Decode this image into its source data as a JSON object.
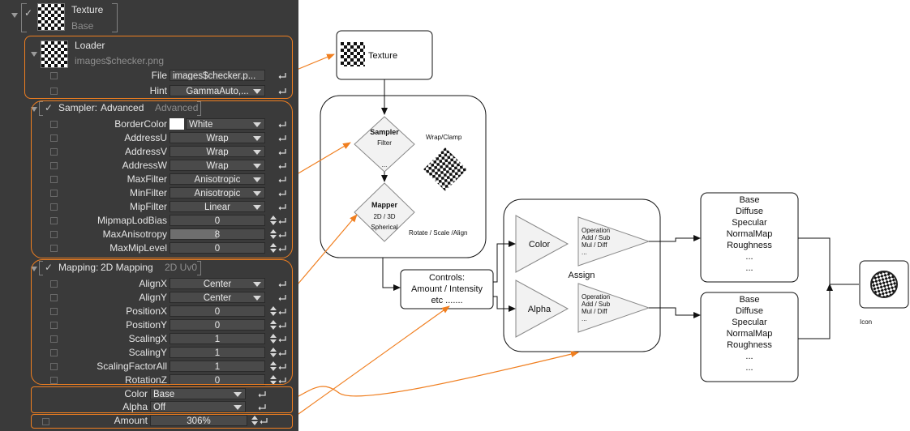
{
  "panel": {
    "texture": {
      "title": "Texture",
      "subtitle": "Base"
    },
    "loader": {
      "title": "Loader",
      "path": "images$checker.png",
      "rows": [
        {
          "label": "File",
          "value": "images$checker.p...",
          "kind": "file"
        },
        {
          "label": "Hint",
          "value": "GammaAuto,...",
          "kind": "dropdown"
        }
      ]
    },
    "sampler": {
      "header": "Sampler:",
      "mode": "Advanced",
      "mode_dim": "Advanced",
      "rows": [
        {
          "label": "BorderColor",
          "value": "White",
          "kind": "color"
        },
        {
          "label": "AddressU",
          "value": "Wrap",
          "kind": "dropdown"
        },
        {
          "label": "AddressV",
          "value": "Wrap",
          "kind": "dropdown"
        },
        {
          "label": "AddressW",
          "value": "Wrap",
          "kind": "dropdown"
        },
        {
          "label": "MaxFilter",
          "value": "Anisotropic",
          "kind": "dropdown"
        },
        {
          "label": "MinFilter",
          "value": "Anisotropic",
          "kind": "dropdown"
        },
        {
          "label": "MipFilter",
          "value": "Linear",
          "kind": "dropdown"
        },
        {
          "label": "MipmapLodBias",
          "value": "0",
          "kind": "number"
        },
        {
          "label": "MaxAnisotropy",
          "value": "8",
          "kind": "slider",
          "fraction": 0.5
        },
        {
          "label": "MaxMipLevel",
          "value": "0",
          "kind": "number"
        }
      ]
    },
    "mapping": {
      "header": "Mapping:",
      "mode": "2D Mapping",
      "mode_dim": "2D Uv0",
      "rows": [
        {
          "label": "AlignX",
          "value": "Center",
          "kind": "dropdown"
        },
        {
          "label": "AlignY",
          "value": "Center",
          "kind": "dropdown"
        },
        {
          "label": "PositionX",
          "value": "0",
          "kind": "number"
        },
        {
          "label": "PositionY",
          "value": "0",
          "kind": "number"
        },
        {
          "label": "ScalingX",
          "value": "1",
          "kind": "number"
        },
        {
          "label": "ScalingY",
          "value": "1",
          "kind": "number"
        },
        {
          "label": "ScalingFactorAll",
          "value": "1",
          "kind": "number"
        },
        {
          "label": "RotationZ",
          "value": "0",
          "kind": "number"
        }
      ]
    },
    "assign_rows": [
      {
        "label": "Color",
        "value": "Base",
        "kind": "dropdown"
      },
      {
        "label": "Alpha",
        "value": "Off",
        "kind": "dropdown"
      }
    ],
    "amount": {
      "label": "Amount",
      "value": "306%"
    }
  },
  "diagram": {
    "texture_box": "Texture",
    "sampler": {
      "title": "Sampler",
      "line1": "Filter",
      "line2": "..."
    },
    "wrap_label": "Wrap/Clamp",
    "mapper": {
      "title": "Mapper",
      "line1": "2D / 3D",
      "line2": "Spherical"
    },
    "rotate_label": "Rotate / Scale /Align",
    "controls": [
      "Controls:",
      "Amount / Intensity",
      "etc ......."
    ],
    "assign_label": "Assign",
    "color_tri": "Color",
    "alpha_tri": "Alpha",
    "operation_lines": [
      "Operation",
      "Add / Sub",
      "Mul / Diff",
      "..."
    ],
    "channels": [
      "Base",
      "Diffuse",
      "Specular",
      "NormalMap",
      "Roughness",
      "...",
      "..."
    ],
    "icon_label": "Icon"
  },
  "colors": {
    "accent": "#f07f20",
    "panel_bg": "#3a3a3a"
  }
}
